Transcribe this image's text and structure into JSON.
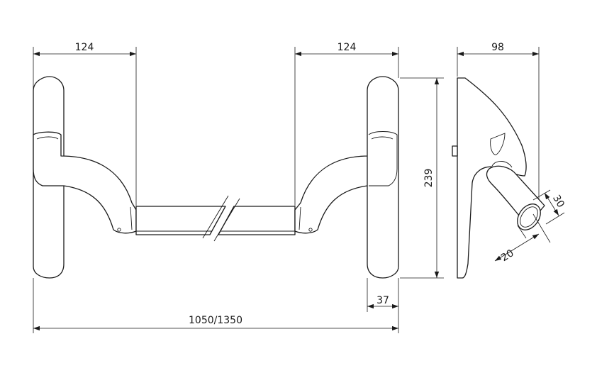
{
  "dimensions": {
    "left_bracket_width": "124",
    "right_bracket_width": "124",
    "side_depth": "98",
    "height": "239",
    "plate_width": "37",
    "overall_length": "1050/1350",
    "bar_diameter": "30",
    "bar_thickness": "20"
  }
}
